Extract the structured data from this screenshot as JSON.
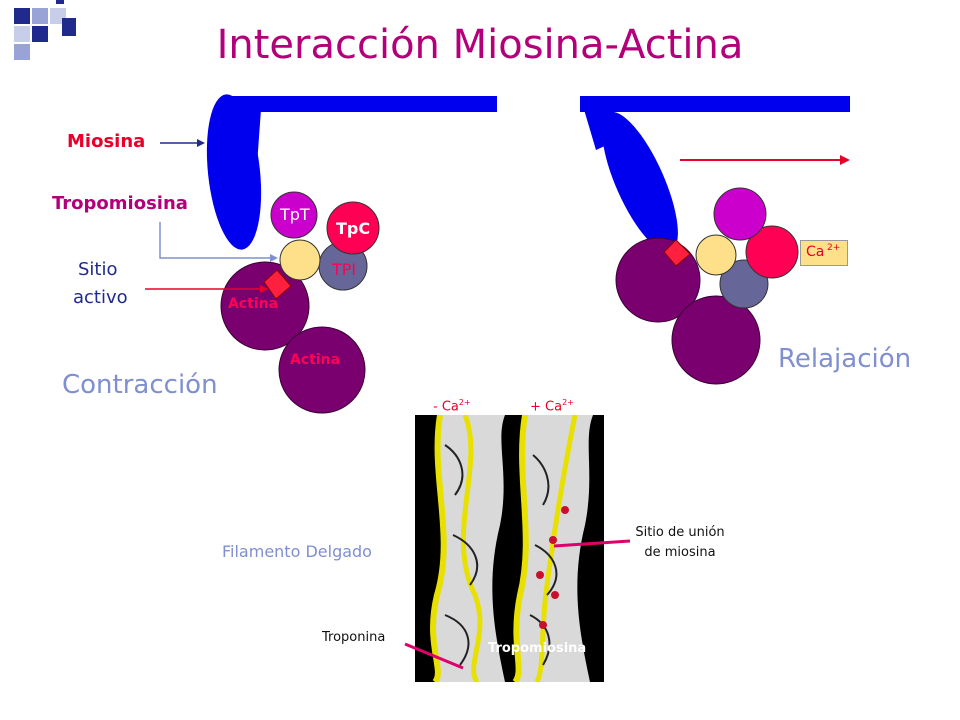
{
  "title": "Interacción Miosina-Actina",
  "labels": {
    "miosina": "Miosina",
    "tropomiosina": "Tropomiosina",
    "sitio_line1": "Sitio",
    "sitio_line2": "activo",
    "tpt": "TpT",
    "tpc": "TpC",
    "tpi": "TPI",
    "actina1": "Actina",
    "actina2": "Actina",
    "contraccion": "Contracción",
    "relajacion": "Relajación",
    "ca_base": "Ca",
    "ca_sup": "2+"
  },
  "micrograph": {
    "minus_ca_base": "- Ca",
    "minus_ca_sup": "2+",
    "plus_ca_base": "+ Ca",
    "plus_ca_sup": "2+",
    "filamento": "Filamento Delgado",
    "sitio_union_line1": "Sitio de unión",
    "sitio_union_line2": "de miosina",
    "troponina": "Troponina",
    "tropomiosina": "Tropomiosina"
  },
  "colors": {
    "title": "#b3007a",
    "myosin": "#0000ee",
    "actin": "#7a0070",
    "tpt": "#cc00cc",
    "tpc": "#ff0055",
    "tpi": "#666699",
    "tropomyosin": "#ffe08a",
    "active_site": "#ff2040",
    "label_red": "#e8002a",
    "label_purple": "#b3007a",
    "label_blue": "#7f8fcf"
  }
}
